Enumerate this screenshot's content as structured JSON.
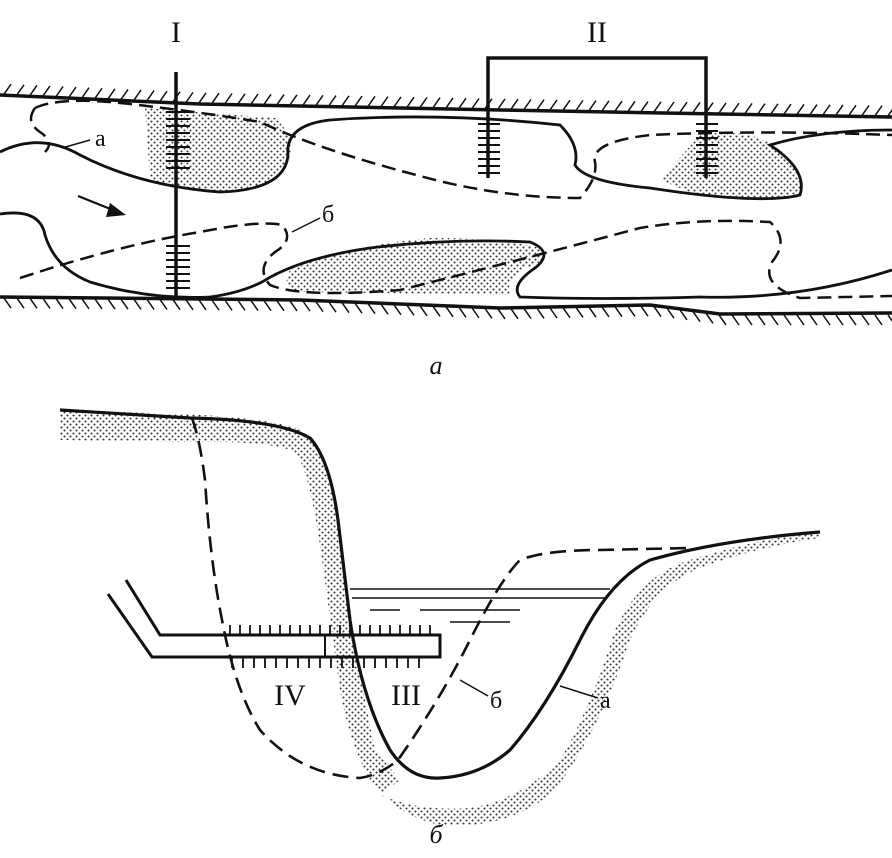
{
  "colors": {
    "ink": "#111111",
    "background": "#ffffff",
    "stipple": "#333333"
  },
  "plan_view": {
    "profile_1_label": "I",
    "profile_2_label": "II",
    "channel_a_label": "а",
    "channel_b_label": "б",
    "caption": "а",
    "flow_arrow_icon": "arrow-right-icon"
  },
  "section_view": {
    "profile_3_label": "III",
    "profile_4_label": "IV",
    "channel_a_label": "а",
    "channel_b_label": "б",
    "caption": "б"
  }
}
